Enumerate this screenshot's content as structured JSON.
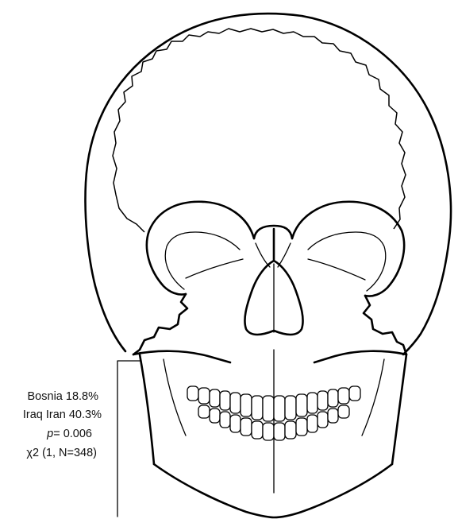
{
  "annotation": {
    "line1": "Bosnia 18.8%",
    "line2": "Iraq Iran 40.3%",
    "line3_label": "p",
    "line3_value": "= 0.006",
    "line4": "χ2 (1, N=348)"
  }
}
